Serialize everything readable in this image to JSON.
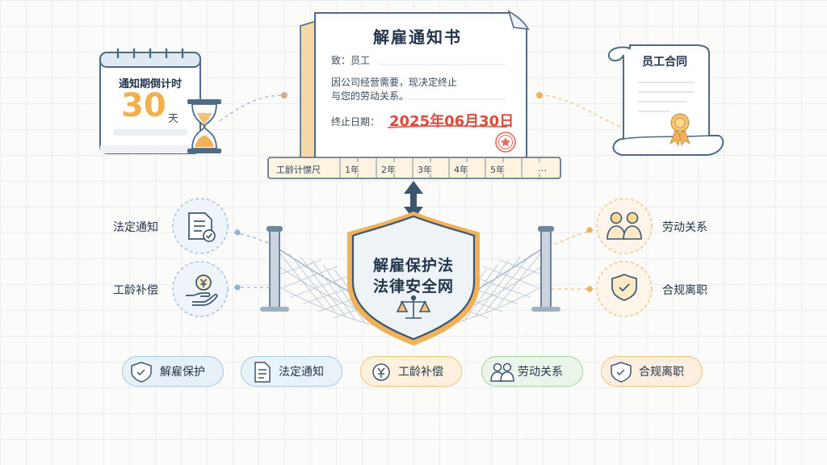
{
  "notice": {
    "title": "解雇通知书",
    "to_line": "致：员工",
    "body_line1": "因公司经营需要，现决定终止",
    "body_line2": "与您的劳动关系。",
    "date_label": "终止日期：",
    "date_value": "2025年06月30日"
  },
  "calendar": {
    "title": "通知期倒计时",
    "number": "30",
    "unit": "天"
  },
  "contract": {
    "title": "员工合同"
  },
  "ruler": {
    "title": "工龄计㦗尺",
    "marks": [
      "1年",
      "2年",
      "3年",
      "4年",
      "5年",
      "…"
    ]
  },
  "shield": {
    "line1": "解雇保护法",
    "line2": "法律安全网"
  },
  "left_nodes": [
    "法定通知",
    "工龄补偿"
  ],
  "right_nodes": [
    "劳动关系",
    "合规离职"
  ],
  "pills": [
    "解雇保护",
    "法定通知",
    "工龄补偿",
    "劳动关系",
    "合规离职"
  ],
  "icons": {
    "left": [
      "document-check-icon",
      "yen-hand-icon"
    ],
    "right": [
      "people-icon",
      "shield-check-icon"
    ],
    "pills": [
      "shield-check-icon",
      "document-icon",
      "yen-icon",
      "people-icon",
      "shield-check-icon"
    ],
    "center": "scales-icon"
  },
  "colors": {
    "blue": "#6f9cc6",
    "orange": "#f0b159",
    "green": "#8fbf8a",
    "red": "#dc4b3e",
    "navy": "#3d5670"
  }
}
